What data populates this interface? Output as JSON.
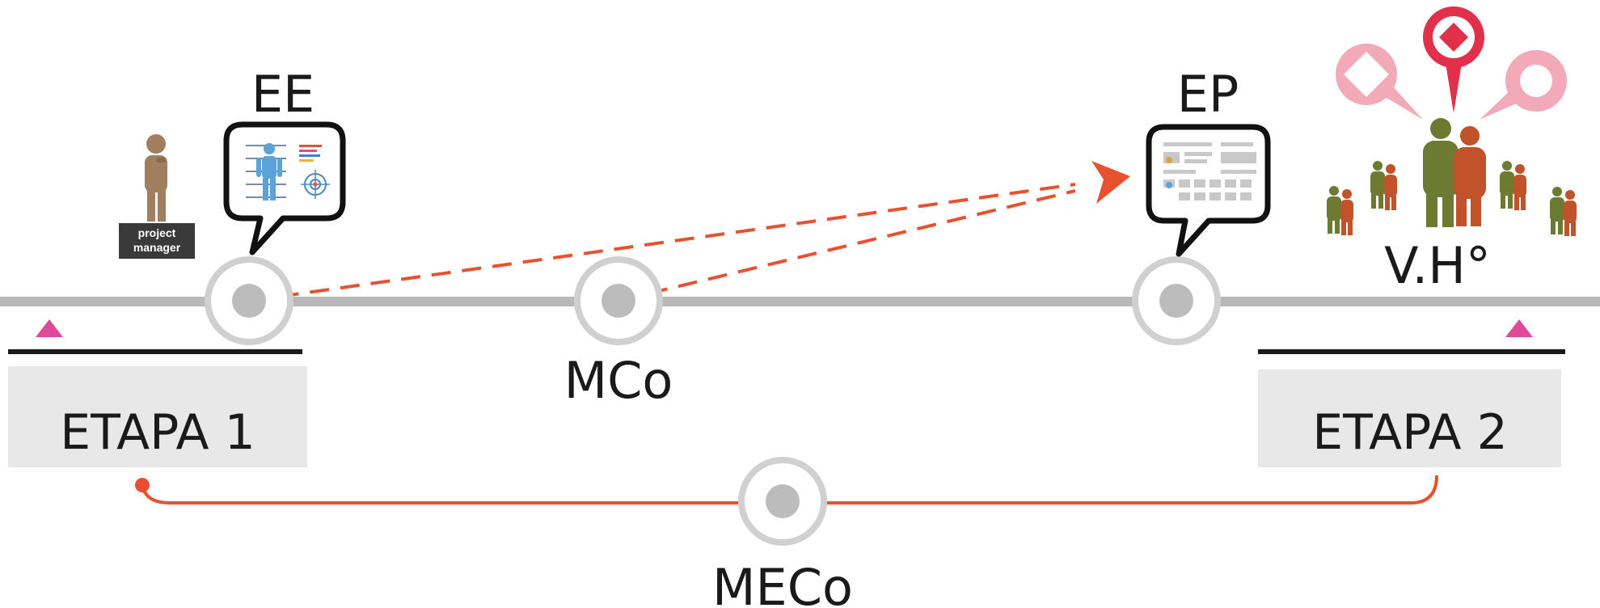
{
  "labels": {
    "ee": "EE",
    "ep": "EP",
    "vh": "V.H°",
    "mco": "MCo",
    "meco": "MECo",
    "etapa1": "ETAPA 1",
    "etapa2": "ETAPA 2",
    "pm_line1": "project",
    "pm_line2": "manager"
  },
  "colors": {
    "timeline": "#b8b8b8",
    "node_ring": "#d0d0d0",
    "node_dot": "#bcbcbc",
    "arrow": "#e8512f",
    "marker": "#e0489a",
    "stage_box": "#e8e8e8",
    "bracket": "#1a1a1a",
    "bubble_pink": "#f2aab8",
    "bubble_red": "#e0304a",
    "person_green": "#6d7a32",
    "person_orange": "#c0532a",
    "pm_figure": "#a07e5e",
    "pm_box": "#3a3a3a"
  },
  "icons": {
    "pm": "project-manager-figure-icon",
    "ee_bubble": "speech-bubble-body-chart-icon",
    "ep_bubble": "speech-bubble-dashboard-icon",
    "crowd": "people-group-icon",
    "diamond": "diamond-marker-icon",
    "circle": "circle-marker-icon"
  }
}
